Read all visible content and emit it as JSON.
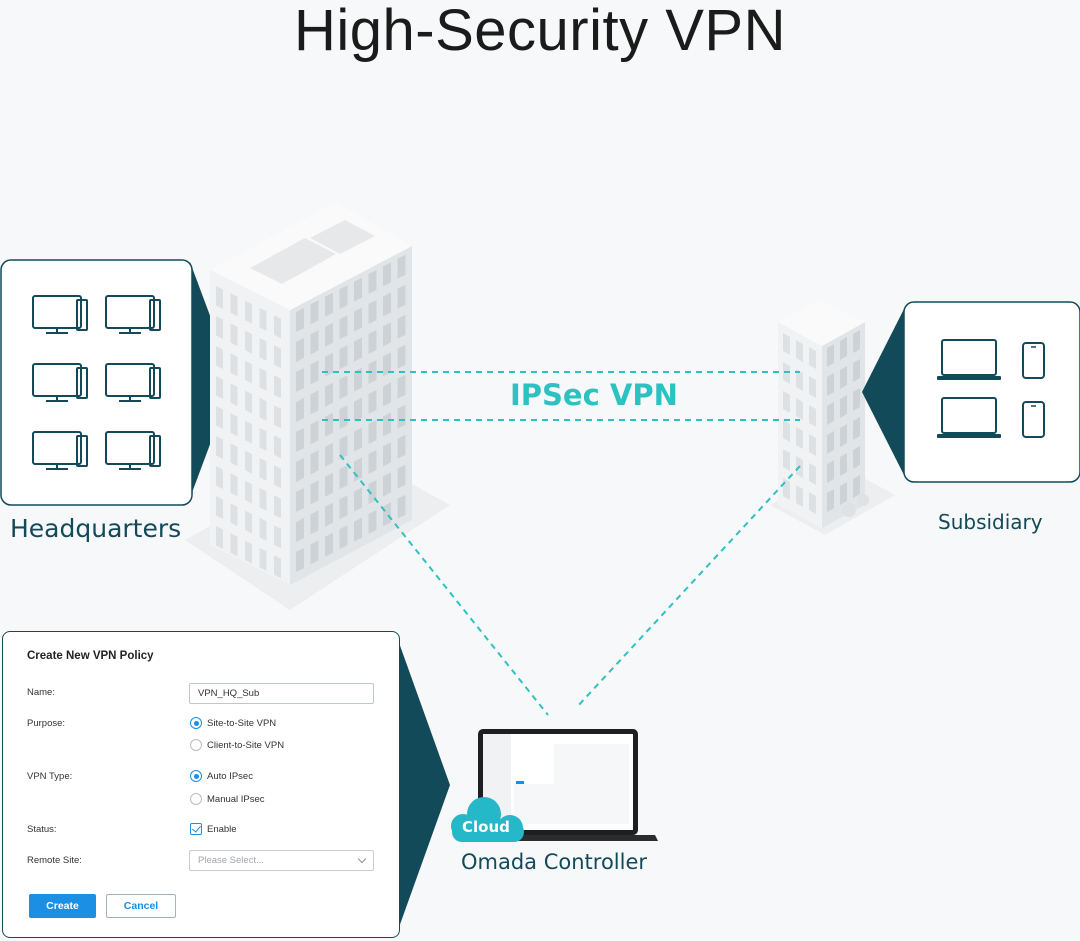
{
  "title": "High-Security VPN",
  "sites": {
    "headquarters": "Headquarters",
    "subsidiary": "Subsidiary"
  },
  "tunnel_label": "IPSec VPN",
  "controller": {
    "cloud_badge": "Cloud",
    "name": "Omada Controller"
  },
  "colors": {
    "accent_teal": "#2ec1c1",
    "dark_teal": "#134a5a",
    "button_blue": "#1a8fe3"
  },
  "icons": {
    "hq_devices": "desktop-computer-icon",
    "sub_devices": [
      "laptop-icon",
      "smartphone-icon"
    ]
  },
  "form": {
    "title": "Create New VPN Policy",
    "name_label": "Name:",
    "name_value": "VPN_HQ_Sub",
    "purpose_label": "Purpose:",
    "purpose_options": [
      "Site-to-Site VPN",
      "Client-to-Site VPN"
    ],
    "purpose_selected": "Site-to-Site VPN",
    "vpn_type_label": "VPN Type:",
    "vpn_type_options": [
      "Auto IPsec",
      "Manual IPsec"
    ],
    "vpn_type_selected": "Auto IPsec",
    "status_label": "Status:",
    "status_value": "Enable",
    "remote_site_label": "Remote Site:",
    "remote_site_placeholder": "Please Select...",
    "create_label": "Create",
    "cancel_label": "Cancel"
  }
}
